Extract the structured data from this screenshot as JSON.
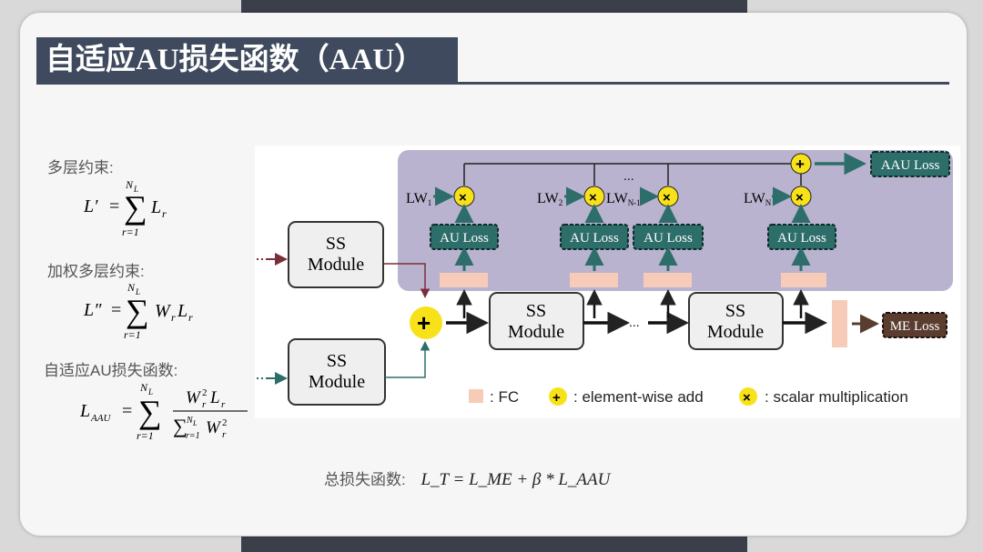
{
  "slide": {
    "title": "自适应AU损失函数（AAU）"
  },
  "formulas": {
    "multi_layer_label": "多层约束:",
    "weighted_label": "加权多层约束:",
    "adaptive_label": "自适应AU损失函数:",
    "total_label": "总损失函数:",
    "total_formula": "L_T = L_ME + β * L_AAU"
  },
  "diagram": {
    "ss_module_line1": "SS",
    "ss_module_line2": "Module",
    "au_loss": "AU Loss",
    "aau_loss": "AAU Loss",
    "me_loss": "ME Loss",
    "lw_1": "LW",
    "lw_1_sub": "1",
    "lw_2": "LW",
    "lw_2_sub": "2",
    "lw_n1": "LW",
    "lw_n1_sub": "N-1",
    "lw_n": "LW",
    "lw_n_sub": "N",
    "ellipsis_top": "...",
    "ellipsis_mid": "...",
    "add_symbol": "+",
    "mult_symbol": "×"
  },
  "legend": {
    "fc": ": FC",
    "add": ": element-wise add",
    "mult": ": scalar multiplication"
  },
  "colors": {
    "title_bg": "#3f4a5e",
    "teal": "#2e6e6a",
    "purple_panel": "#b9b3cf",
    "yellow": "#f7e21a",
    "fc": "#f6cbb8",
    "me_loss": "#5b3d30",
    "red_arrow": "#7a2e3a"
  }
}
